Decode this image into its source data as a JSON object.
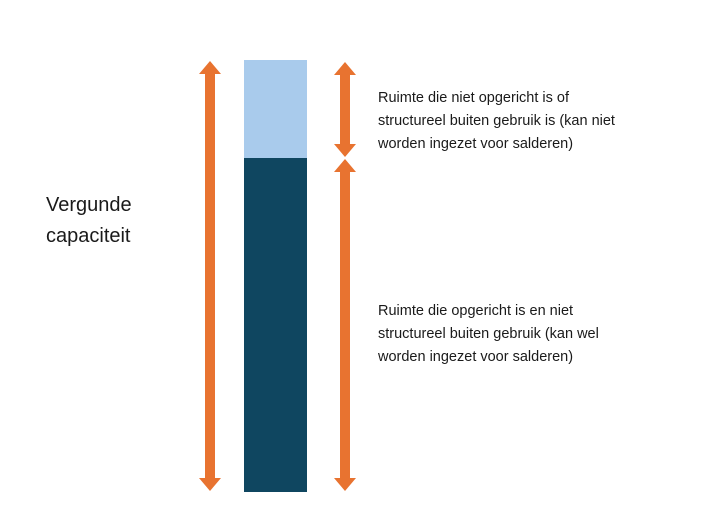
{
  "diagram": {
    "left_label": [
      "Vergunde",
      "capaciteit"
    ],
    "segments": [
      {
        "name": "not-built-or-structurally-unused",
        "color": "#a9cbec",
        "label": [
          "Ruimte die niet opgericht is of",
          "structureel buiten gebruik is (kan niet",
          "worden ingezet voor salderen)"
        ]
      },
      {
        "name": "built-and-in-use",
        "color": "#0f4660",
        "label": [
          "Ruimte die opgericht is en niet",
          "structureel buiten gebruik (kan wel",
          "worden ingezet voor salderen)"
        ]
      }
    ],
    "arrow_color": "#e87330"
  }
}
